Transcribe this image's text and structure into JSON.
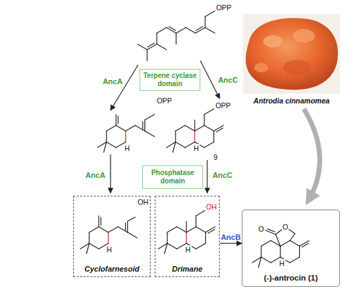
{
  "diagram": {
    "nodes": [
      {
        "text": [
          "Terpene cyclase domain"
        ]
      },
      {
        "text": [
          "Phosphatase domain"
        ]
      },
      {
        "text": [
          "Cyclofarnesoid"
        ]
      },
      {
        "text": [
          "Drimane"
        ]
      },
      {
        "text": [
          "(-)-antrocin (1)"
        ]
      }
    ],
    "edges": [
      {
        "from": 3,
        "to": 4,
        "arrow": "to",
        "label": "AncB"
      }
    ],
    "labels": [
      "OPP",
      "AncA",
      "AncC",
      "OPP",
      "OPP",
      "H",
      "H",
      "9",
      "AncA",
      "AncC",
      "OH",
      "H",
      "OH",
      "H",
      "O",
      "O",
      "H",
      "Antrodia cinnamomea"
    ]
  }
}
